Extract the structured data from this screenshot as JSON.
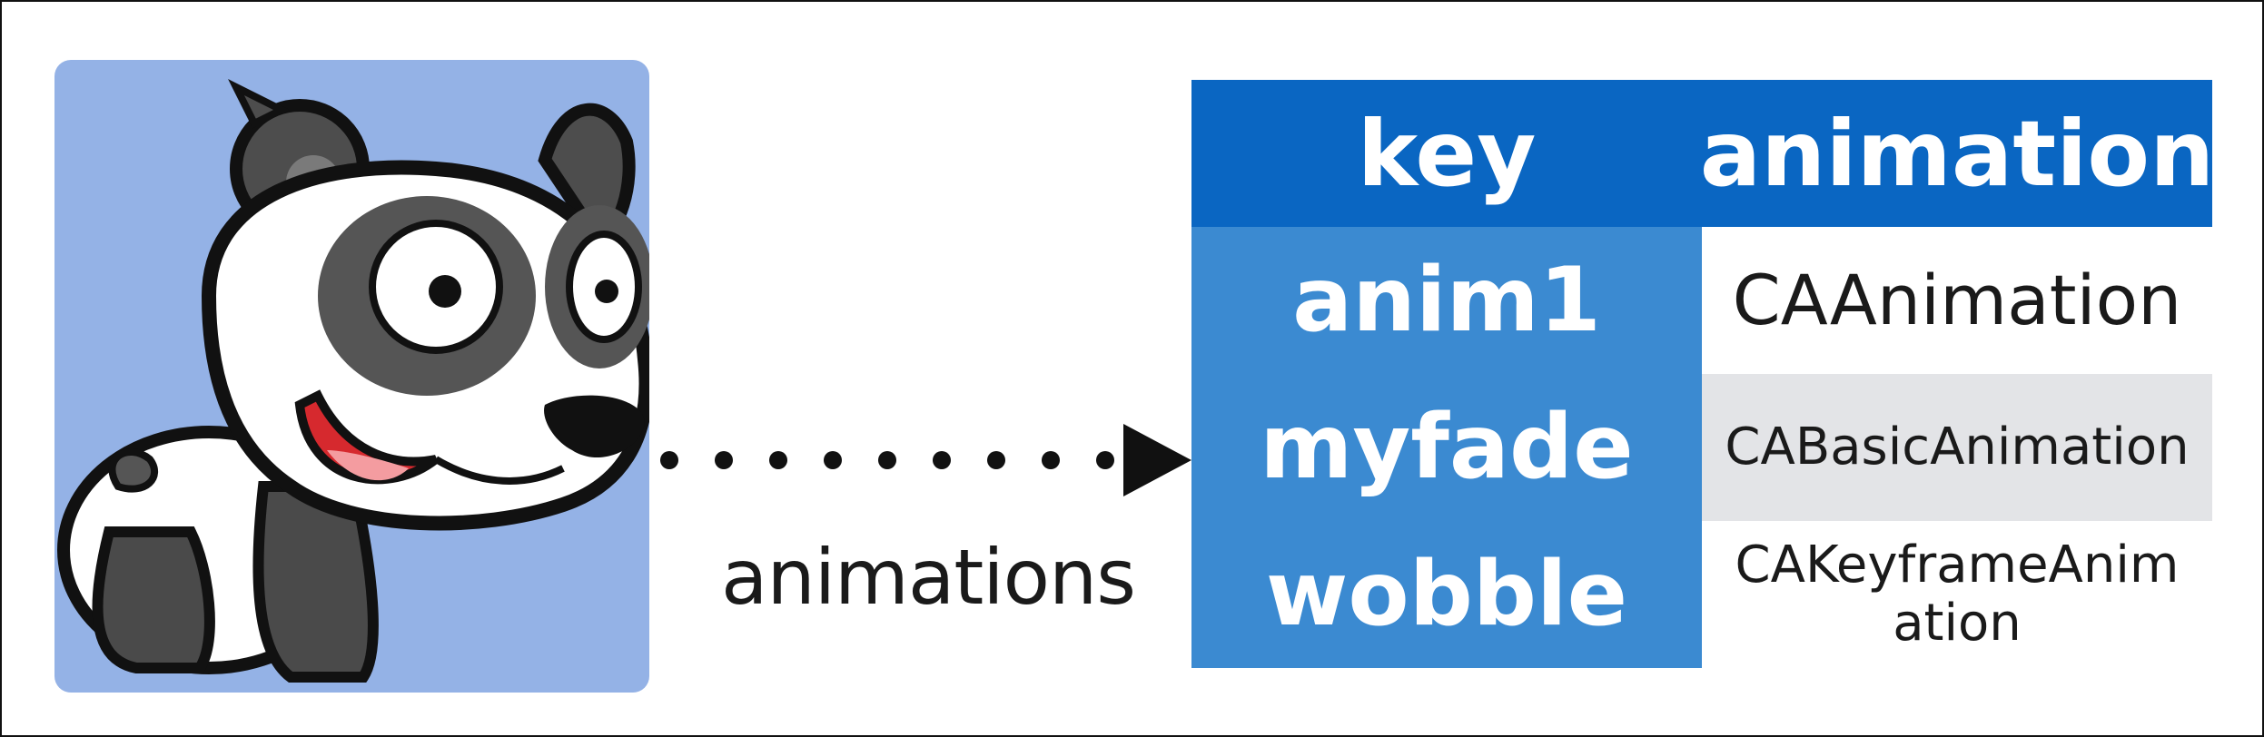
{
  "diagram": {
    "arrow_label": "animations",
    "table": {
      "headers": {
        "key": "key",
        "animation": "animation"
      },
      "rows": [
        {
          "key": "anim1",
          "animation": "CAAnimation"
        },
        {
          "key": "myfade",
          "animation": "CABasicAnimation"
        },
        {
          "key": "wobble",
          "animation": "CAKeyframeAnimation"
        }
      ]
    }
  },
  "colors": {
    "header_bg": "#0a66c2",
    "key_column_bg": "#3b8ad1",
    "highlight_row_bg": "#e3e4e7",
    "image_bg": "#94b2e6"
  },
  "icons": {
    "image": "panda-illustration",
    "arrow": "arrow-right-icon"
  }
}
